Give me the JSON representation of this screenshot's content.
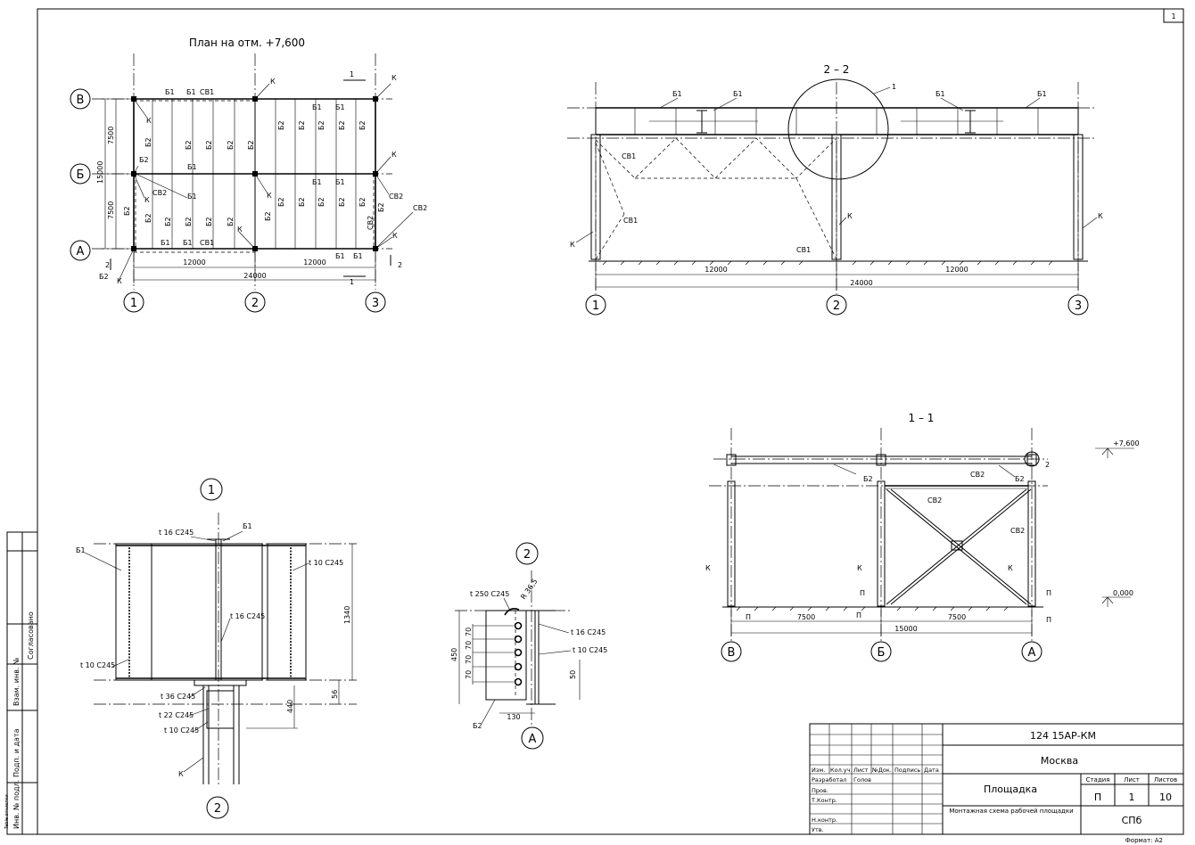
{
  "sheet_number": "1",
  "plan": {
    "title": "План на отм. +7,600",
    "axes_rows": [
      "В",
      "Б",
      "А"
    ],
    "axes_cols": [
      "1",
      "2",
      "3"
    ],
    "dims": {
      "span_h": "12000",
      "span_total": "24000",
      "span_v": "7500",
      "span_v_total": "15000"
    },
    "marks": {
      "b1": "Б1",
      "b2": "Б2",
      "sv1": "СВ1",
      "sv2": "СВ2",
      "k": "К"
    },
    "cut": {
      "one": "1",
      "two": "2"
    }
  },
  "section22": {
    "title": "2 – 2",
    "callout": "1",
    "axes": [
      "1",
      "2",
      "3"
    ],
    "dims": {
      "span": "12000",
      "total": "24000"
    },
    "marks": {
      "b1": "Б1",
      "sv1": "СВ1",
      "k": "К"
    }
  },
  "section11": {
    "title": "1 – 1",
    "axes": [
      "В",
      "Б",
      "А"
    ],
    "dims": {
      "span": "7500",
      "total": "15000"
    },
    "elev_top": "+7,600",
    "elev_bottom": "0,000",
    "callout": "2",
    "marks": {
      "b2": "Б2",
      "sv2": "СВ2",
      "k": "К",
      "p": "П"
    }
  },
  "node1": {
    "title": "1",
    "axis_bottom": "2",
    "labels": {
      "b1_left": "Б1",
      "b1_top": "Б1",
      "t16_top": "t 16 C245",
      "t10_right": "t 10 C245",
      "t16_mid": "t 16 C245",
      "t10_left": "t 10 C245",
      "t36": "t 36 C245",
      "t22": "t 22 C245",
      "t10_bottom": "t 10 C245",
      "k": "К"
    },
    "dims": {
      "d1340": "1340",
      "d56": "56",
      "d440": "440"
    }
  },
  "node2": {
    "title": "2",
    "axis_bottom": "А",
    "labels": {
      "t250": "t 250 C245",
      "r": "R 36,5",
      "t16": "t 16 C245",
      "t10": "t 10 C245",
      "b2": "Б2"
    },
    "dims": {
      "d450": "450",
      "d70": "70",
      "d50": "50",
      "d130": "130"
    }
  },
  "title_block": {
    "code": "124 15АР-КМ",
    "city": "Москва",
    "object": "Площадка",
    "sheet_title": "Монтажная схема рабочей площадки",
    "stage_h": "Стадия",
    "sheet_h": "Лист",
    "sheets_h": "Листов",
    "stage": "П",
    "sheet": "1",
    "sheets": "10",
    "org": "СПб",
    "cols": [
      "Изм.",
      "Кол.уч.",
      "Лист",
      "№Док.",
      "Подпись",
      "Дата"
    ],
    "rows": [
      "Разработал",
      "Пров.",
      "Т.Контр.",
      "",
      "Н.контр.",
      "Утв."
    ],
    "developer": "Голов",
    "format": "Формат: А2"
  },
  "side_stamp": {
    "s1": "Согласовано",
    "s2": "Взам. инв. №",
    "s3": "Подп. и дата",
    "s4": "Инв. № подл.",
    "s5": "Table отчистки"
  }
}
